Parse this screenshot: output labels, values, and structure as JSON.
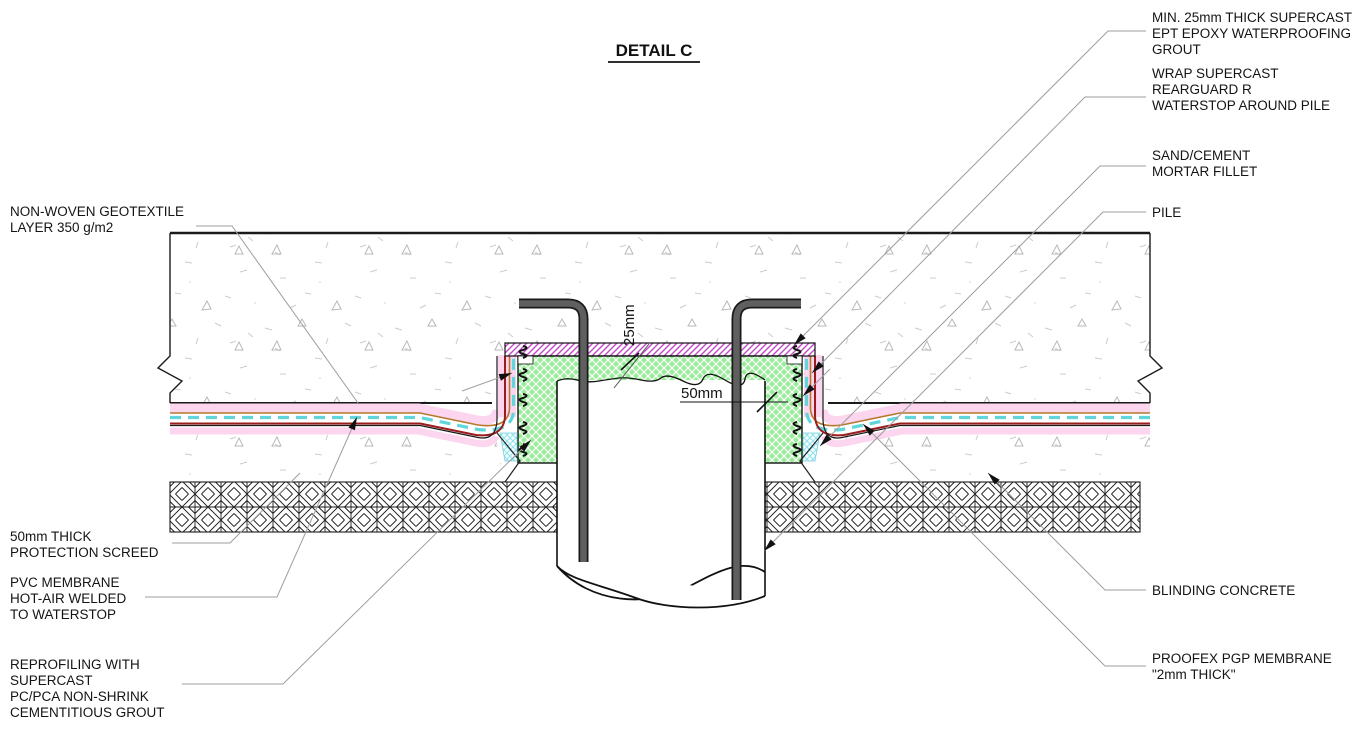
{
  "title": {
    "text": "DETAIL C"
  },
  "labels": {
    "geotextile": {
      "lines": [
        "NON-WOVEN GEOTEXTILE",
        "LAYER 350 g/m2"
      ]
    },
    "screed": {
      "lines": [
        "50mm THICK",
        "PROTECTION SCREED"
      ]
    },
    "pvc": {
      "lines": [
        "PVC MEMBRANE",
        "HOT-AIR WELDED",
        "TO WATERSTOP"
      ]
    },
    "reprofiling": {
      "lines": [
        "REPROFILING WITH",
        "SUPERCAST",
        "PC/PCA NON-SHRINK",
        "CEMENTITIOUS GROUT"
      ]
    },
    "epoxy": {
      "lines": [
        "MIN. 25mm THICK SUPERCAST",
        "EPT EPOXY WATERPROOFING",
        "GROUT"
      ]
    },
    "wrap": {
      "lines": [
        "WRAP SUPERCAST",
        "REARGUARD R",
        "WATERSTOP AROUND PILE"
      ]
    },
    "mortar": {
      "lines": [
        "SAND/CEMENT",
        "MORTAR FILLET"
      ]
    },
    "pile": {
      "lines": [
        "PILE"
      ]
    },
    "blinding": {
      "lines": [
        "BLINDING CONCRETE"
      ]
    },
    "proofex": {
      "lines": [
        "PROOFEX PGP MEMBRANE",
        "\"2mm THICK\""
      ]
    }
  },
  "dimensions": {
    "grout_thickness": "25mm",
    "grout_width": "50mm"
  },
  "colors": {
    "reprofiling_grout_green": "#98EE98",
    "epoxy_grout_purple": "#C14AC9",
    "pvc_membrane_cyan": "#5FD6DC",
    "geotextile_pink": "#FBD6EE",
    "proofex_red": "#9B1C1C",
    "protection_orange": "#B5782D",
    "mortar_fillet_cyan": "#8FE2EC",
    "rebar_gray": "#5F5F5F",
    "line_black": "#1A1A1A",
    "leader_gray": "#9E9E9E"
  }
}
